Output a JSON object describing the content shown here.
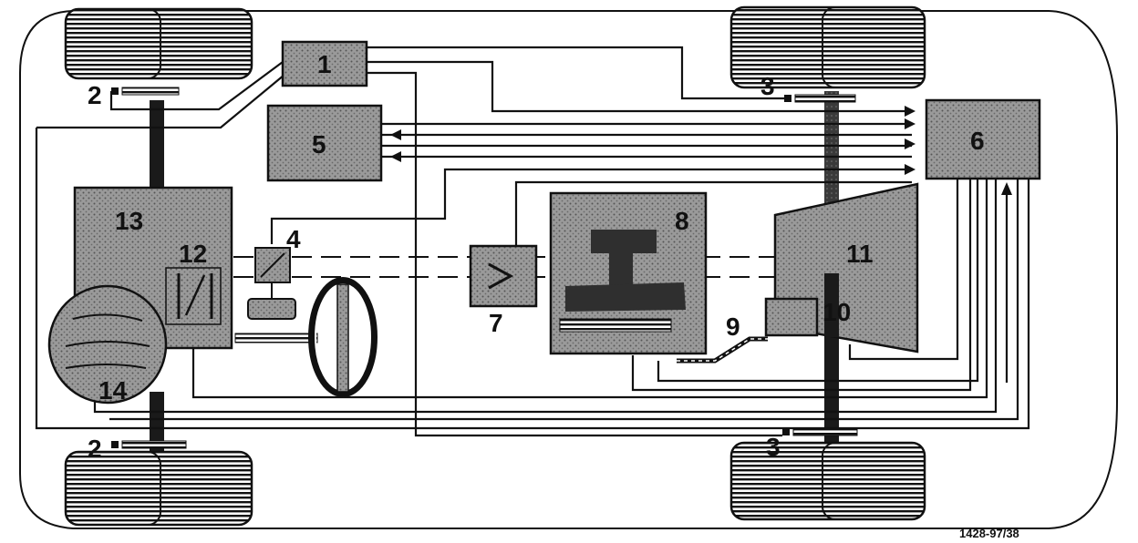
{
  "labels": {
    "c1": "1",
    "c2_front_left": "2",
    "c2_rear_left": "2",
    "c3_front_right": "3",
    "c3_rear_right": "3",
    "c4": "4",
    "c5": "5",
    "c6": "6",
    "c7": "7",
    "c8": "8",
    "c9": "9",
    "c10": "10",
    "c11": "11",
    "c12": "12",
    "c13": "13",
    "c14": "14"
  },
  "reference": "1428-97/38",
  "colors": {
    "line": "#111111",
    "component_fill": "#8f8f8f",
    "dark_fill": "#3a3a3a",
    "background": "#ffffff"
  }
}
